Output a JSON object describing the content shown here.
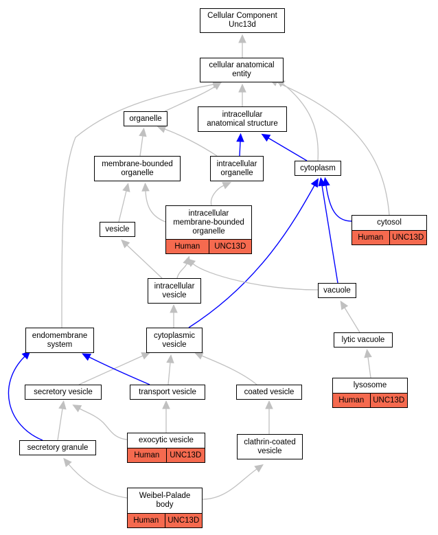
{
  "colors": {
    "gray_edge": "#c0c0c0",
    "blue_edge": "#0000ff",
    "annotation_fill": "#f56a4f"
  },
  "nodes": {
    "root": {
      "label": "Cellular Component\nUnc13d"
    },
    "cae": {
      "label": "cellular anatomical\nentity"
    },
    "organelle": {
      "label": "organelle"
    },
    "ias": {
      "label": "intracellular\nanatomical structure"
    },
    "mbo": {
      "label": "membrane-bounded\norganelle"
    },
    "io": {
      "label": "intracellular\norganelle"
    },
    "cytoplasm": {
      "label": "cytoplasm"
    },
    "imbo": {
      "label": "intracellular\nmembrane-bounded\norganelle",
      "species": "Human",
      "gene": "UNC13D"
    },
    "vesicle": {
      "label": "vesicle"
    },
    "cytosol": {
      "label": "cytosol",
      "species": "Human",
      "gene": "UNC13D"
    },
    "iv": {
      "label": "intracellular\nvesicle"
    },
    "vacuole": {
      "label": "vacuole"
    },
    "endo": {
      "label": "endomembrane\nsystem"
    },
    "cv": {
      "label": "cytoplasmic\nvesicle"
    },
    "lytic": {
      "label": "lytic vacuole"
    },
    "secv": {
      "label": "secretory vesicle"
    },
    "tv": {
      "label": "transport vesicle"
    },
    "coated": {
      "label": "coated vesicle"
    },
    "lysosome": {
      "label": "lysosome",
      "species": "Human",
      "gene": "UNC13D"
    },
    "exo": {
      "label": "exocytic vesicle",
      "species": "Human",
      "gene": "UNC13D"
    },
    "secg": {
      "label": "secretory granule"
    },
    "ccv": {
      "label": "clathrin-coated\nvesicle"
    },
    "wpb": {
      "label": "Weibel-Palade\nbody",
      "species": "Human",
      "gene": "UNC13D"
    }
  },
  "edges": [
    {
      "child": "cae",
      "parent": "root",
      "relation": "is_a"
    },
    {
      "child": "organelle",
      "parent": "cae",
      "relation": "is_a"
    },
    {
      "child": "ias",
      "parent": "cae",
      "relation": "is_a"
    },
    {
      "child": "endo",
      "parent": "cae",
      "relation": "is_a"
    },
    {
      "child": "cytoplasm",
      "parent": "cae",
      "relation": "is_a"
    },
    {
      "child": "cytosol",
      "parent": "cae",
      "relation": "is_a"
    },
    {
      "child": "mbo",
      "parent": "organelle",
      "relation": "is_a"
    },
    {
      "child": "io",
      "parent": "organelle",
      "relation": "is_a"
    },
    {
      "child": "io",
      "parent": "ias",
      "relation": "part_of"
    },
    {
      "child": "cytoplasm",
      "parent": "ias",
      "relation": "part_of"
    },
    {
      "child": "vesicle",
      "parent": "mbo",
      "relation": "is_a"
    },
    {
      "child": "imbo",
      "parent": "mbo",
      "relation": "is_a"
    },
    {
      "child": "imbo",
      "parent": "io",
      "relation": "is_a"
    },
    {
      "child": "cytosol",
      "parent": "cytoplasm",
      "relation": "part_of"
    },
    {
      "child": "vacuole",
      "parent": "cytoplasm",
      "relation": "part_of"
    },
    {
      "child": "cv",
      "parent": "cytoplasm",
      "relation": "part_of"
    },
    {
      "child": "iv",
      "parent": "vesicle",
      "relation": "is_a"
    },
    {
      "child": "iv",
      "parent": "imbo",
      "relation": "is_a"
    },
    {
      "child": "vacuole",
      "parent": "imbo",
      "relation": "is_a"
    },
    {
      "child": "cv",
      "parent": "iv",
      "relation": "is_a"
    },
    {
      "child": "lytic",
      "parent": "vacuole",
      "relation": "is_a"
    },
    {
      "child": "lysosome",
      "parent": "lytic",
      "relation": "is_a"
    },
    {
      "child": "secv",
      "parent": "cv",
      "relation": "is_a"
    },
    {
      "child": "tv",
      "parent": "cv",
      "relation": "is_a"
    },
    {
      "child": "coated",
      "parent": "cv",
      "relation": "is_a"
    },
    {
      "child": "tv",
      "parent": "endo",
      "relation": "part_of"
    },
    {
      "child": "secg",
      "parent": "endo",
      "relation": "part_of"
    },
    {
      "child": "secg",
      "parent": "secv",
      "relation": "is_a"
    },
    {
      "child": "exo",
      "parent": "secv",
      "relation": "is_a"
    },
    {
      "child": "exo",
      "parent": "tv",
      "relation": "is_a"
    },
    {
      "child": "ccv",
      "parent": "coated",
      "relation": "is_a"
    },
    {
      "child": "wpb",
      "parent": "secg",
      "relation": "is_a"
    },
    {
      "child": "wpb",
      "parent": "ccv",
      "relation": "is_a"
    }
  ]
}
